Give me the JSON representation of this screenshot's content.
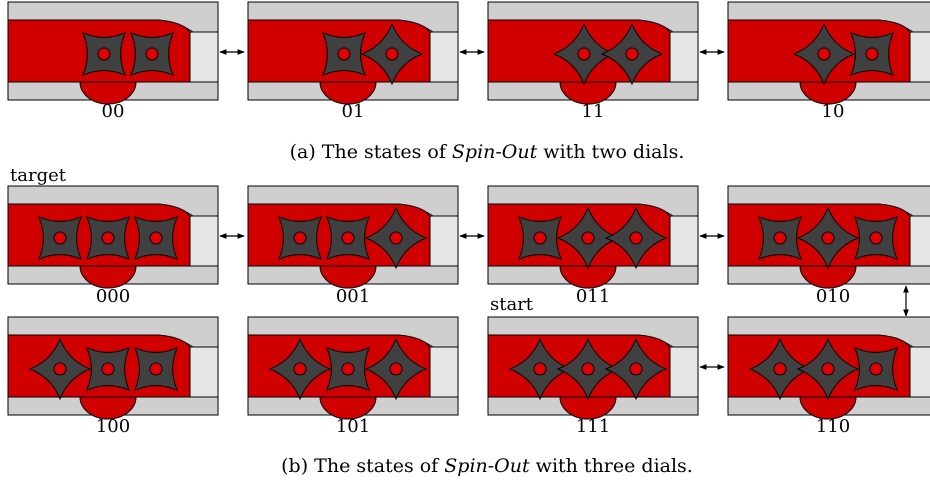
{
  "colors": {
    "frame": "#cfcfcf",
    "body": "#d10000",
    "dial": "#404040",
    "hub": "#e00000",
    "slot": "#e6e6e6",
    "outline": "#000000"
  },
  "two_dials": {
    "states": [
      {
        "label": "00",
        "bits": [
          0,
          0
        ]
      },
      {
        "label": "01",
        "bits": [
          0,
          1
        ]
      },
      {
        "label": "11",
        "bits": [
          1,
          1
        ]
      },
      {
        "label": "10",
        "bits": [
          1,
          0
        ]
      }
    ],
    "caption": {
      "prefix": "(a) The states of ",
      "name": "Spin-Out",
      "suffix": " with two dials."
    }
  },
  "three_dials": {
    "target_label": "target",
    "start_label": "start",
    "states": [
      {
        "label": "000",
        "bits": [
          0,
          0,
          0
        ]
      },
      {
        "label": "001",
        "bits": [
          0,
          0,
          1
        ]
      },
      {
        "label": "011",
        "bits": [
          0,
          1,
          1
        ]
      },
      {
        "label": "010",
        "bits": [
          0,
          1,
          0
        ]
      },
      {
        "label": "100",
        "bits": [
          1,
          0,
          0
        ]
      },
      {
        "label": "101",
        "bits": [
          1,
          0,
          1
        ]
      },
      {
        "label": "111",
        "bits": [
          1,
          1,
          1
        ]
      },
      {
        "label": "110",
        "bits": [
          1,
          1,
          0
        ]
      }
    ],
    "caption": {
      "prefix": "(b) The states of ",
      "name": "Spin-Out",
      "suffix": " with three dials."
    }
  },
  "transitions": [
    {
      "from": "00",
      "to": "01"
    },
    {
      "from": "01",
      "to": "11"
    },
    {
      "from": "11",
      "to": "10"
    },
    {
      "from": "000",
      "to": "001"
    },
    {
      "from": "001",
      "to": "011"
    },
    {
      "from": "011",
      "to": "010"
    },
    {
      "from": "010",
      "to": "110"
    },
    {
      "from": "110",
      "to": "111"
    }
  ]
}
